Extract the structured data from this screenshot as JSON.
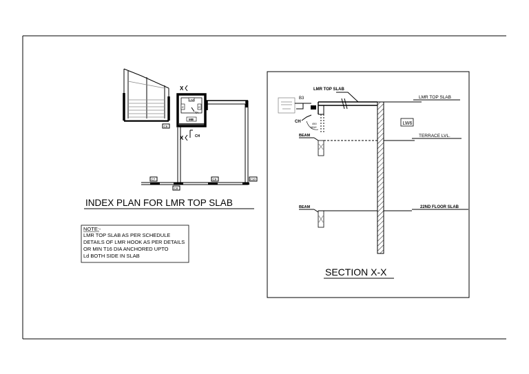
{
  "sheet": {
    "left_title": "INDEX PLAN FOR LMR TOP SLAB",
    "right_title": "SECTION X-X"
  },
  "plan_labels": {
    "section_mark_top": "X",
    "section_mark_bottom": "X",
    "ch_label": "CH",
    "column_1": "C6",
    "column_2": "C7",
    "column_3": "C8",
    "column_4": "C9",
    "column_5": "C10",
    "lw_tag": "LW6",
    "mb_tag": "MB",
    "ta_tag": "TA"
  },
  "note": {
    "heading": "NOTE:-",
    "lines": [
      "LMR TOP SLAB AS PER SCHEDULE",
      "DETAILS OF LMR HOOK AS PER DETAILS",
      "OR MIN T16 DIA ANCHORED UPTO",
      "Ld BOTH SIDE IN SLAB"
    ]
  },
  "section_labels": {
    "lmr_top_slab_callout": "LMR TOP SLAB",
    "lmr_top_slab_level": "LMR TOP SLAB",
    "b3": "B3",
    "ch": "CH",
    "beam_upper": "BEAM",
    "beam_lower": "BEAM",
    "terrace": "TERRACE LVL.",
    "floor_22": "22ND FLOOR SLAB",
    "lw6": "LW6",
    "dim": "450",
    "dim_sub": "MAX"
  }
}
